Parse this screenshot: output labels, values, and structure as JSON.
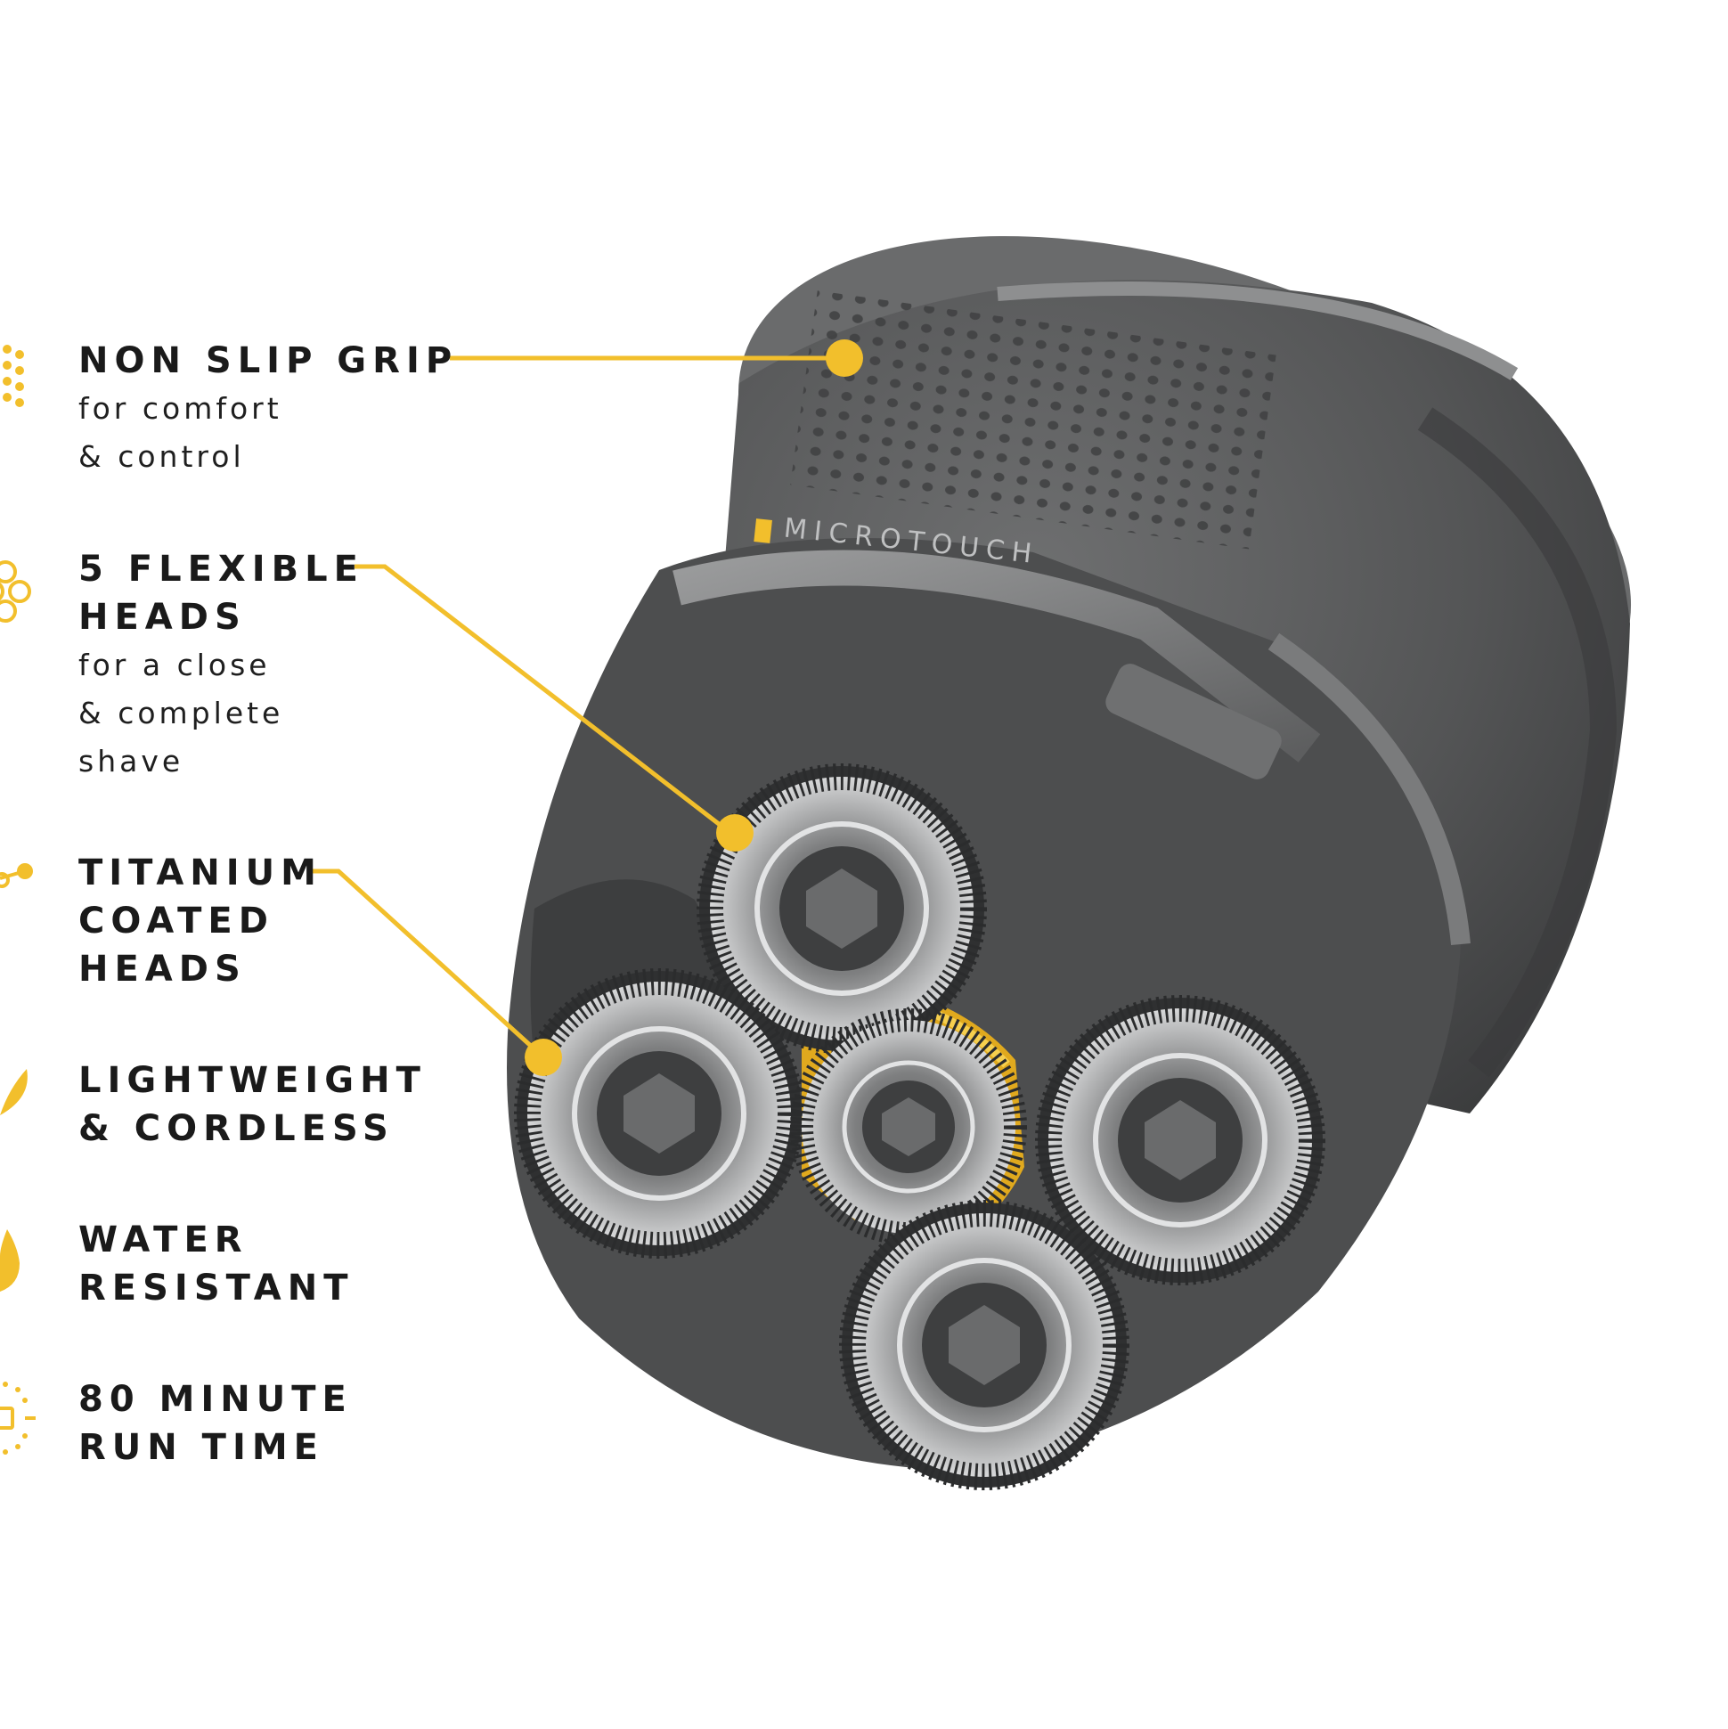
{
  "colors": {
    "accent": "#f2bf2c",
    "text": "#1a1a1a",
    "body": "#58595a",
    "body_dark": "#3b3c3d",
    "foil": "#c9cacb"
  },
  "features": [
    {
      "id": "grip",
      "icon": "dots-grip-icon",
      "title": "NON SLIP GRIP",
      "desc": "for comfort\n& control"
    },
    {
      "id": "heads",
      "icon": "flexible-heads-icon",
      "title": "5 FLEXIBLE\nHEADS",
      "desc": "for a close\n& complete\nshave"
    },
    {
      "id": "titanium",
      "icon": "molecule-icon",
      "title": "TITANIUM\nCOATED\nHEADS",
      "desc": ""
    },
    {
      "id": "light",
      "icon": "feather-icon",
      "title": "LIGHTWEIGHT\n& CORDLESS",
      "desc": ""
    },
    {
      "id": "water",
      "icon": "water-drop-icon",
      "title": "WATER\nRESISTANT",
      "desc": ""
    },
    {
      "id": "runtime",
      "icon": "battery-charge-icon",
      "title": "80 MINUTE\nRUN TIME",
      "desc": ""
    }
  ],
  "product": {
    "brand": "MICROTOUCH"
  }
}
